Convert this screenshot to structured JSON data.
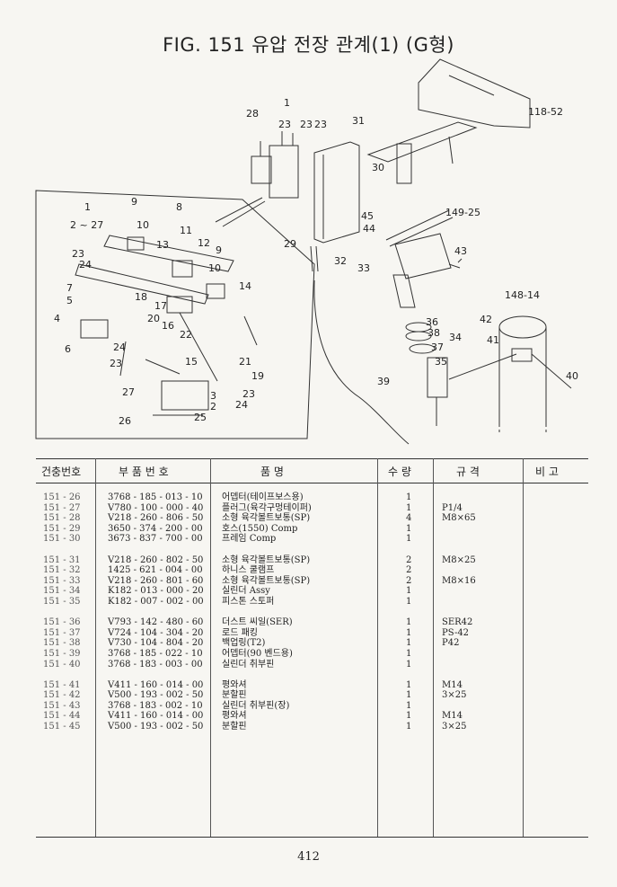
{
  "title": "FIG. 151 유압 전장 관계(1) (G형)",
  "columns": {
    "no": "건충번호",
    "part": "부 품 번 호",
    "name": "품 명",
    "qty": "수 량",
    "spec": "규 격",
    "note": "비 고"
  },
  "rows": [
    {
      "no": "151 - 26",
      "part": "3768 - 185 - 013 - 10",
      "name": "어뎁터(테이프보스용)",
      "qty": "1",
      "spec": ""
    },
    {
      "no": "151 - 27",
      "part": "V780 - 100 - 000 - 40",
      "name": "플러그(육각구멍테이퍼)",
      "qty": "1",
      "spec": "P1/4"
    },
    {
      "no": "151 - 28",
      "part": "V218 - 260 - 806 - 50",
      "name": "소형 육각볼트보통(SP)",
      "qty": "4",
      "spec": "M8×65"
    },
    {
      "no": "151 - 29",
      "part": "3650 - 374 - 200 - 00",
      "name": "호스(1550) Comp",
      "qty": "1",
      "spec": ""
    },
    {
      "no": "151 - 30",
      "part": "3673 - 837 - 700 - 00",
      "name": "프레임 Comp",
      "qty": "1",
      "spec": ""
    },
    {
      "no": "",
      "part": "",
      "name": "",
      "qty": "",
      "spec": ""
    },
    {
      "no": "151 - 31",
      "part": "V218 - 260 - 802 - 50",
      "name": "소형 육각볼트보통(SP)",
      "qty": "2",
      "spec": "M8×25"
    },
    {
      "no": "151 - 32",
      "part": "1425 - 621 - 004 - 00",
      "name": "하니스 쿨램프",
      "qty": "2",
      "spec": ""
    },
    {
      "no": "151 - 33",
      "part": "V218 - 260 - 801 - 60",
      "name": "소형 육각볼트보통(SP)",
      "qty": "2",
      "spec": "M8×16"
    },
    {
      "no": "151 - 34",
      "part": "K182 - 013 - 000 - 20",
      "name": "실린더 Assy",
      "qty": "1",
      "spec": ""
    },
    {
      "no": "151 - 35",
      "part": "K182 - 007 - 002 - 00",
      "name": "피스톤 스토퍼",
      "qty": "1",
      "spec": ""
    },
    {
      "no": "",
      "part": "",
      "name": "",
      "qty": "",
      "spec": ""
    },
    {
      "no": "151 - 36",
      "part": "V793 - 142 - 480 - 60",
      "name": "더스트 씨일(SER)",
      "qty": "1",
      "spec": "SER42"
    },
    {
      "no": "151 - 37",
      "part": "V724 - 104 - 304 - 20",
      "name": "로드 패킹",
      "qty": "1",
      "spec": "PS-42"
    },
    {
      "no": "151 - 38",
      "part": "V730 - 104 - 804 - 20",
      "name": "백업링(T2)",
      "qty": "1",
      "spec": "P42"
    },
    {
      "no": "151 - 39",
      "part": "3768 - 185 - 022 - 10",
      "name": "어뎁터(90 벤드용)",
      "qty": "1",
      "spec": ""
    },
    {
      "no": "151 - 40",
      "part": "3768 - 183 - 003 - 00",
      "name": "실린더 취부핀",
      "qty": "1",
      "spec": ""
    },
    {
      "no": "",
      "part": "",
      "name": "",
      "qty": "",
      "spec": ""
    },
    {
      "no": "151 - 41",
      "part": "V411 - 160 - 014 - 00",
      "name": "평와셔",
      "qty": "1",
      "spec": "M14"
    },
    {
      "no": "151 - 42",
      "part": "V500 - 193 - 002 - 50",
      "name": "분할핀",
      "qty": "1",
      "spec": "3×25"
    },
    {
      "no": "151 - 43",
      "part": "3768 - 183 - 002 - 10",
      "name": "실린더 취부핀(장)",
      "qty": "1",
      "spec": ""
    },
    {
      "no": "151 - 44",
      "part": "V411 - 160 - 014 - 00",
      "name": "평와셔",
      "qty": "1",
      "spec": "M14"
    },
    {
      "no": "151 - 45",
      "part": "V500 - 193 - 002 - 50",
      "name": "분할핀",
      "qty": "1",
      "spec": "3×25"
    }
  ],
  "callouts": {
    "c1": "1",
    "c23a": "23",
    "c23b": "23",
    "c23c": "23",
    "c28": "28",
    "c31": "31",
    "c118": "118-52",
    "c30": "30",
    "c149": "149-25",
    "c45": "45",
    "c44": "44",
    "c29": "29",
    "c32": "32",
    "c33": "33",
    "c43": "43",
    "c148": "148-14",
    "c42": "42",
    "c41": "41",
    "c36": "36",
    "c38": "38",
    "c34": "34",
    "c37": "37",
    "c35": "35",
    "c39": "39",
    "c40": "40",
    "i1": "1",
    "i227": "2 ~ 27",
    "i9a": "9",
    "i10a": "10",
    "i8": "8",
    "i11": "11",
    "i13": "13",
    "i12": "12",
    "i9b": "9",
    "i10b": "10",
    "i23a": "23",
    "i24a": "24",
    "i7": "7",
    "i5": "5",
    "i4": "4",
    "i6": "6",
    "i18": "18",
    "i14": "14",
    "i17": "17",
    "i20": "20",
    "i16": "16",
    "i22": "22",
    "i24b": "24",
    "i23b": "23",
    "i15": "15",
    "i21": "21",
    "i19": "19",
    "i27": "27",
    "i3": "3",
    "i23c": "23",
    "i2": "2",
    "i24c": "24",
    "i26": "26",
    "i25": "25"
  },
  "page_number": "412"
}
